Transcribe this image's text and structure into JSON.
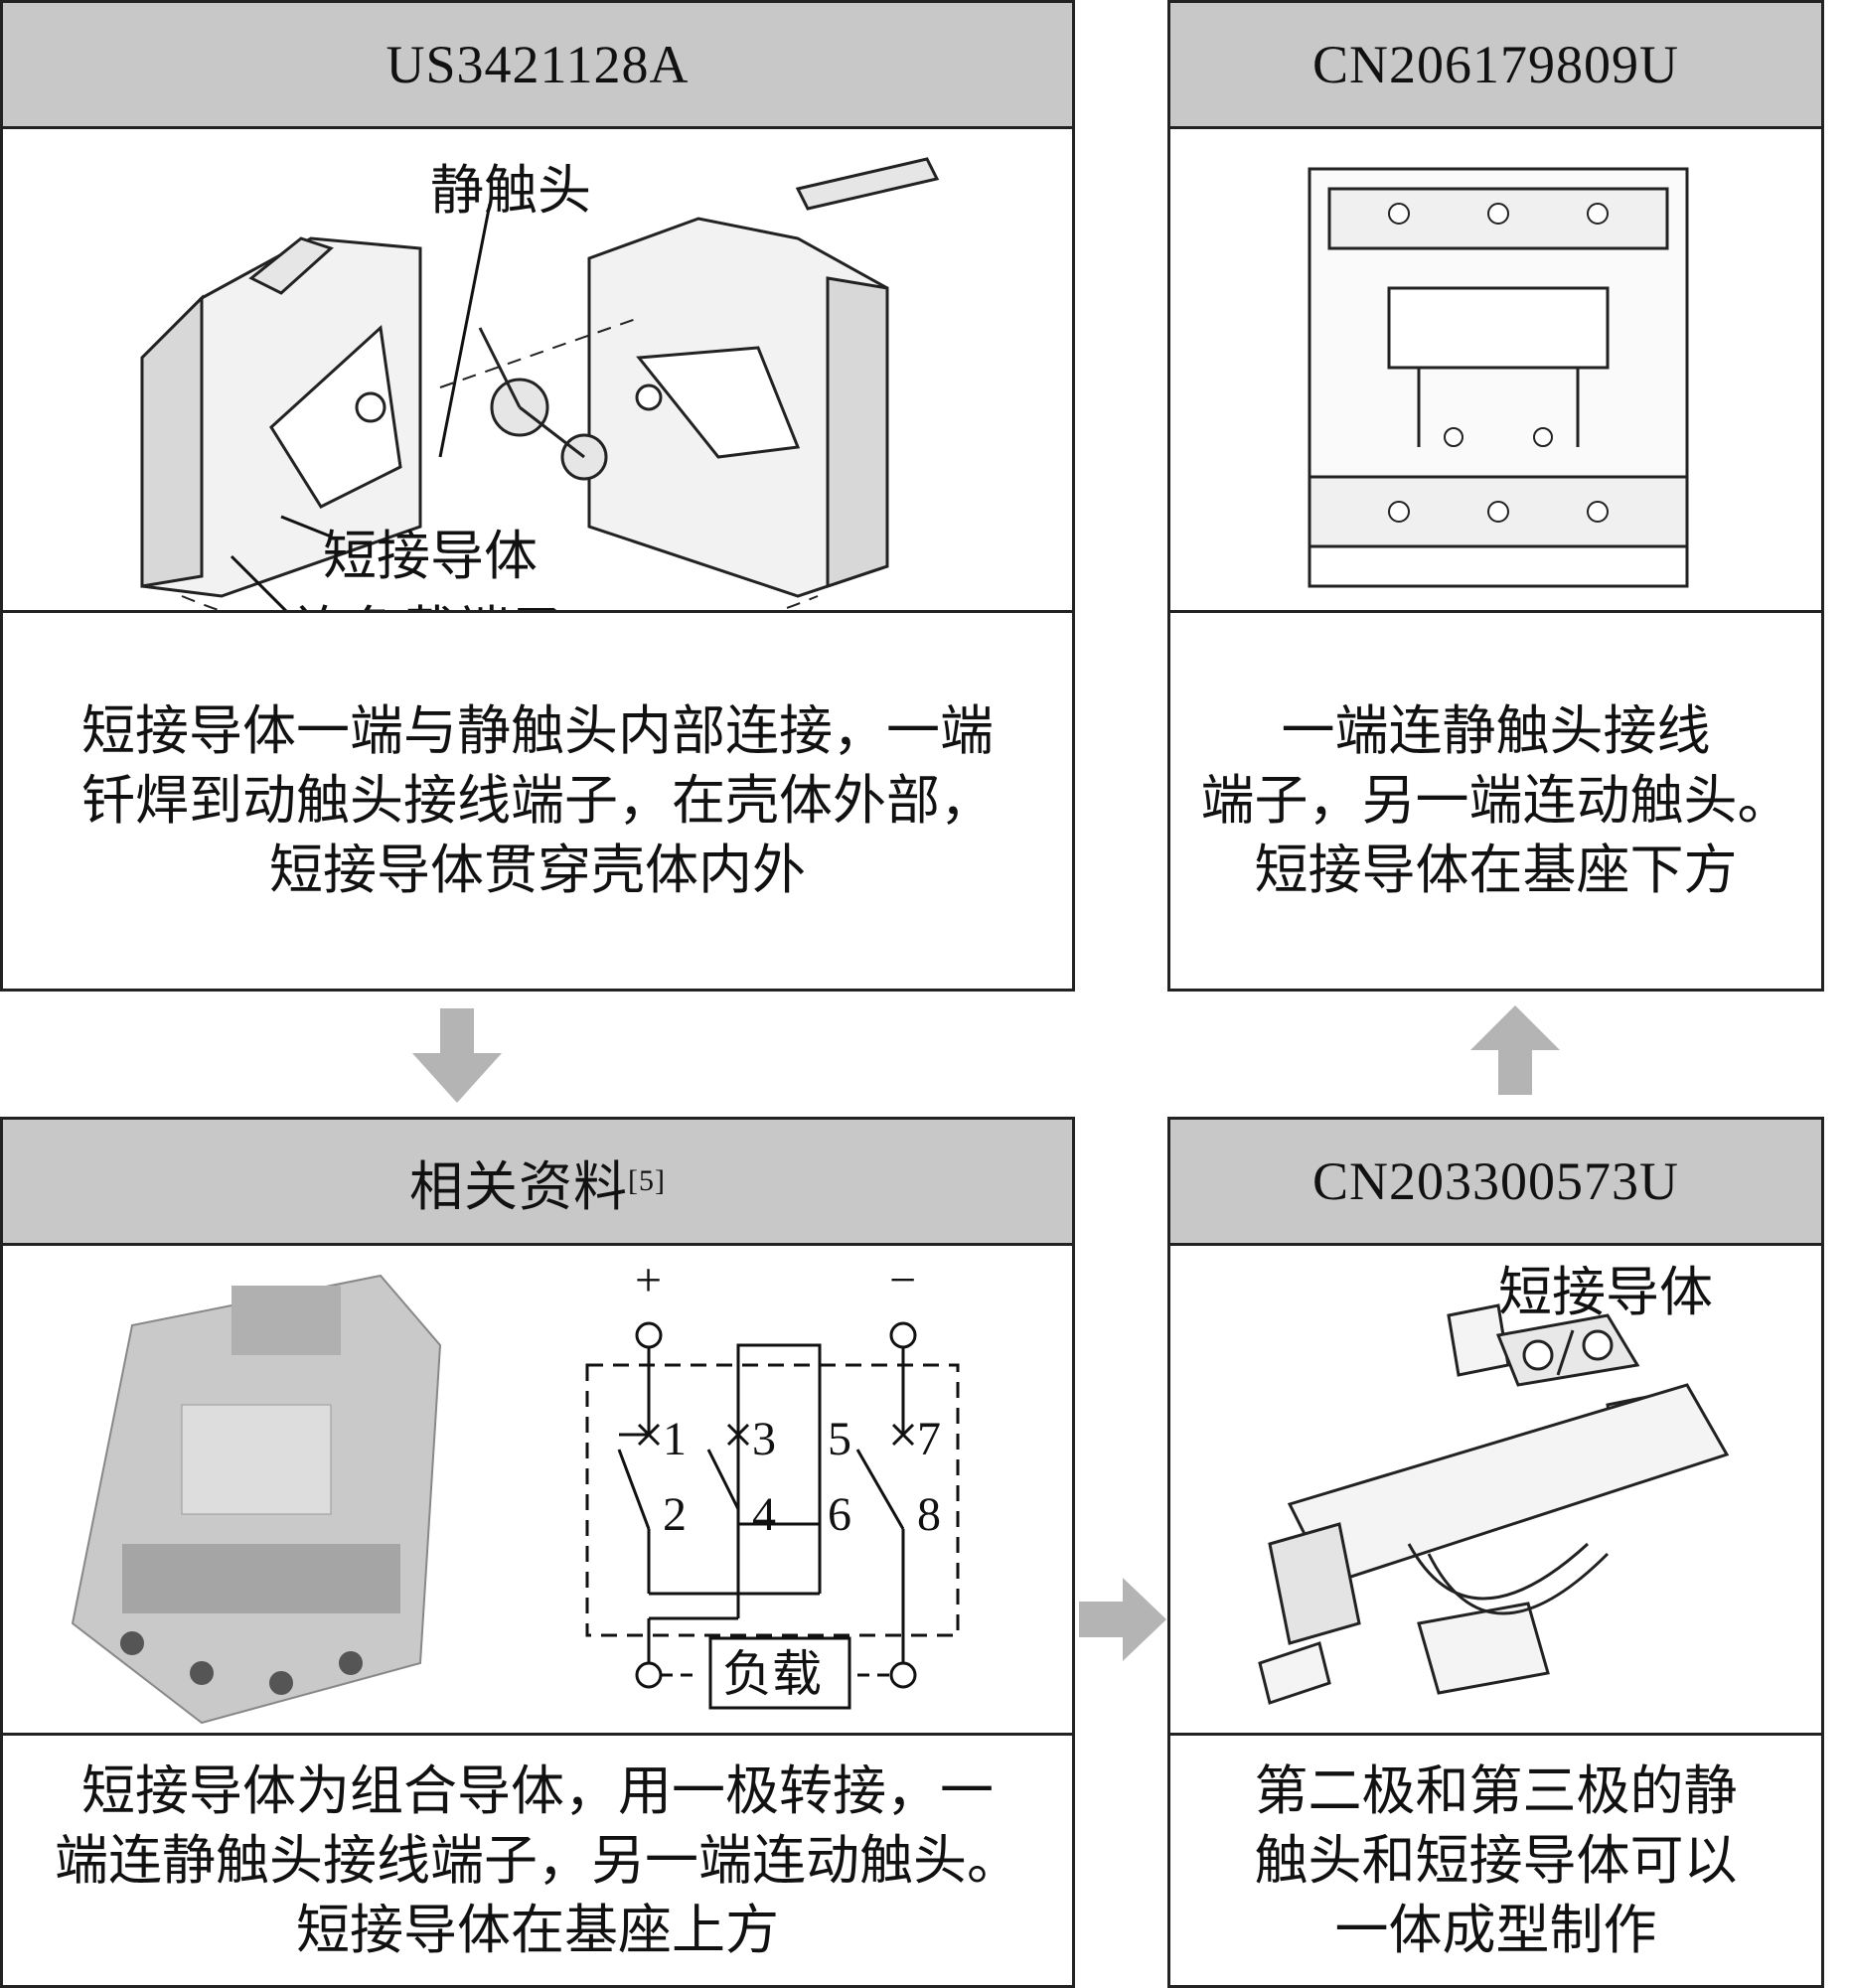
{
  "panels": {
    "top_left": {
      "title": "US3421128A",
      "labels": {
        "static_contact": "静触头",
        "shorting_conductor": "短接导体",
        "load_terminal": "连负载端子"
      },
      "desc": [
        "短接导体一端与静触头内部连接，一端",
        "钎焊到动触头接线端子，在壳体外部，",
        "短接导体贯穿壳体内外"
      ]
    },
    "top_right": {
      "title": "CN206179809U",
      "desc": [
        "一端连静触头接线",
        "端子，另一端连动触头。",
        "短接导体在基座下方"
      ]
    },
    "bottom_left": {
      "title": "相关资料",
      "title_ref": "[5]",
      "circuit": {
        "plus": "+",
        "minus": "−",
        "n1": "1",
        "n2": "2",
        "n3": "3",
        "n4": "4",
        "n5": "5",
        "n6": "6",
        "n7": "7",
        "n8": "8",
        "load": "负载"
      },
      "desc": [
        "短接导体为组合导体，用一极转接，一",
        "端连静触头接线端子，另一端连动触头。",
        "短接导体在基座上方"
      ]
    },
    "bottom_right": {
      "title": "CN203300573U",
      "labels": {
        "shorting_conductor": "短接导体"
      },
      "desc": [
        "第二极和第三极的静",
        "触头和短接导体可以",
        "一体成型制作"
      ]
    }
  },
  "colors": {
    "header_bg": "#c8c8c8",
    "arrow": "#b4b4b4",
    "border": "#222222"
  }
}
